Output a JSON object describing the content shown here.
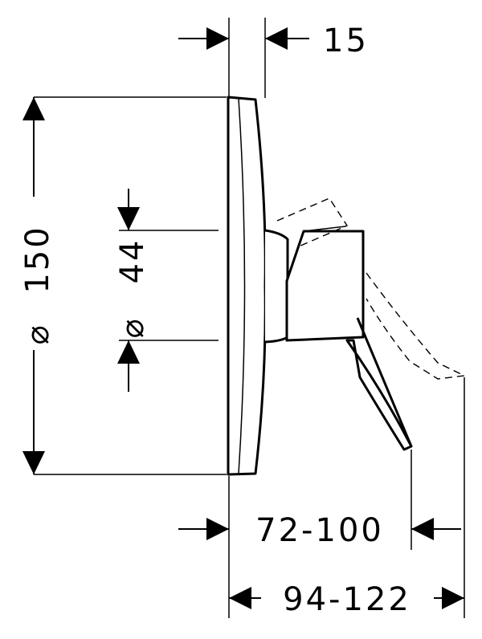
{
  "dimensions": {
    "depth_top": "15",
    "plate_diameter": "150",
    "plate_diameter_symbol": "⌀",
    "hub_diameter": "44",
    "hub_diameter_symbol": "⌀",
    "depth_lever_tip": "72-100",
    "depth_lever_swing": "94-122"
  }
}
